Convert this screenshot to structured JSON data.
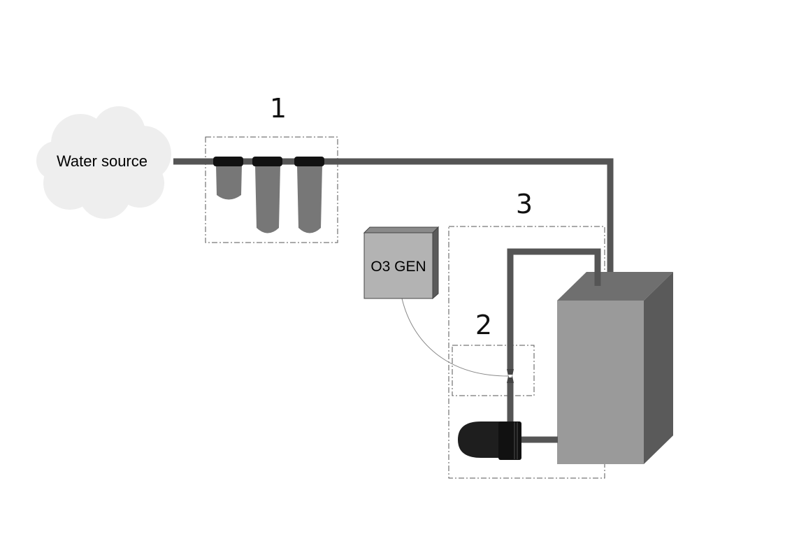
{
  "labels": {
    "water_source": "Water source",
    "o3_generator": "O3 GEN",
    "zone_1": "1",
    "zone_2": "2",
    "zone_3": "3"
  },
  "colors": {
    "pipe": "#555555",
    "filter_body": "#777777",
    "filter_cap": "#111111",
    "tank_front": "#9a9a9a",
    "tank_side": "#5a5a5a",
    "tank_top": "#6f6f6f",
    "generator_front": "#b3b3b3",
    "pump": "#1e1e1e",
    "cloud": "#eeeeee"
  }
}
